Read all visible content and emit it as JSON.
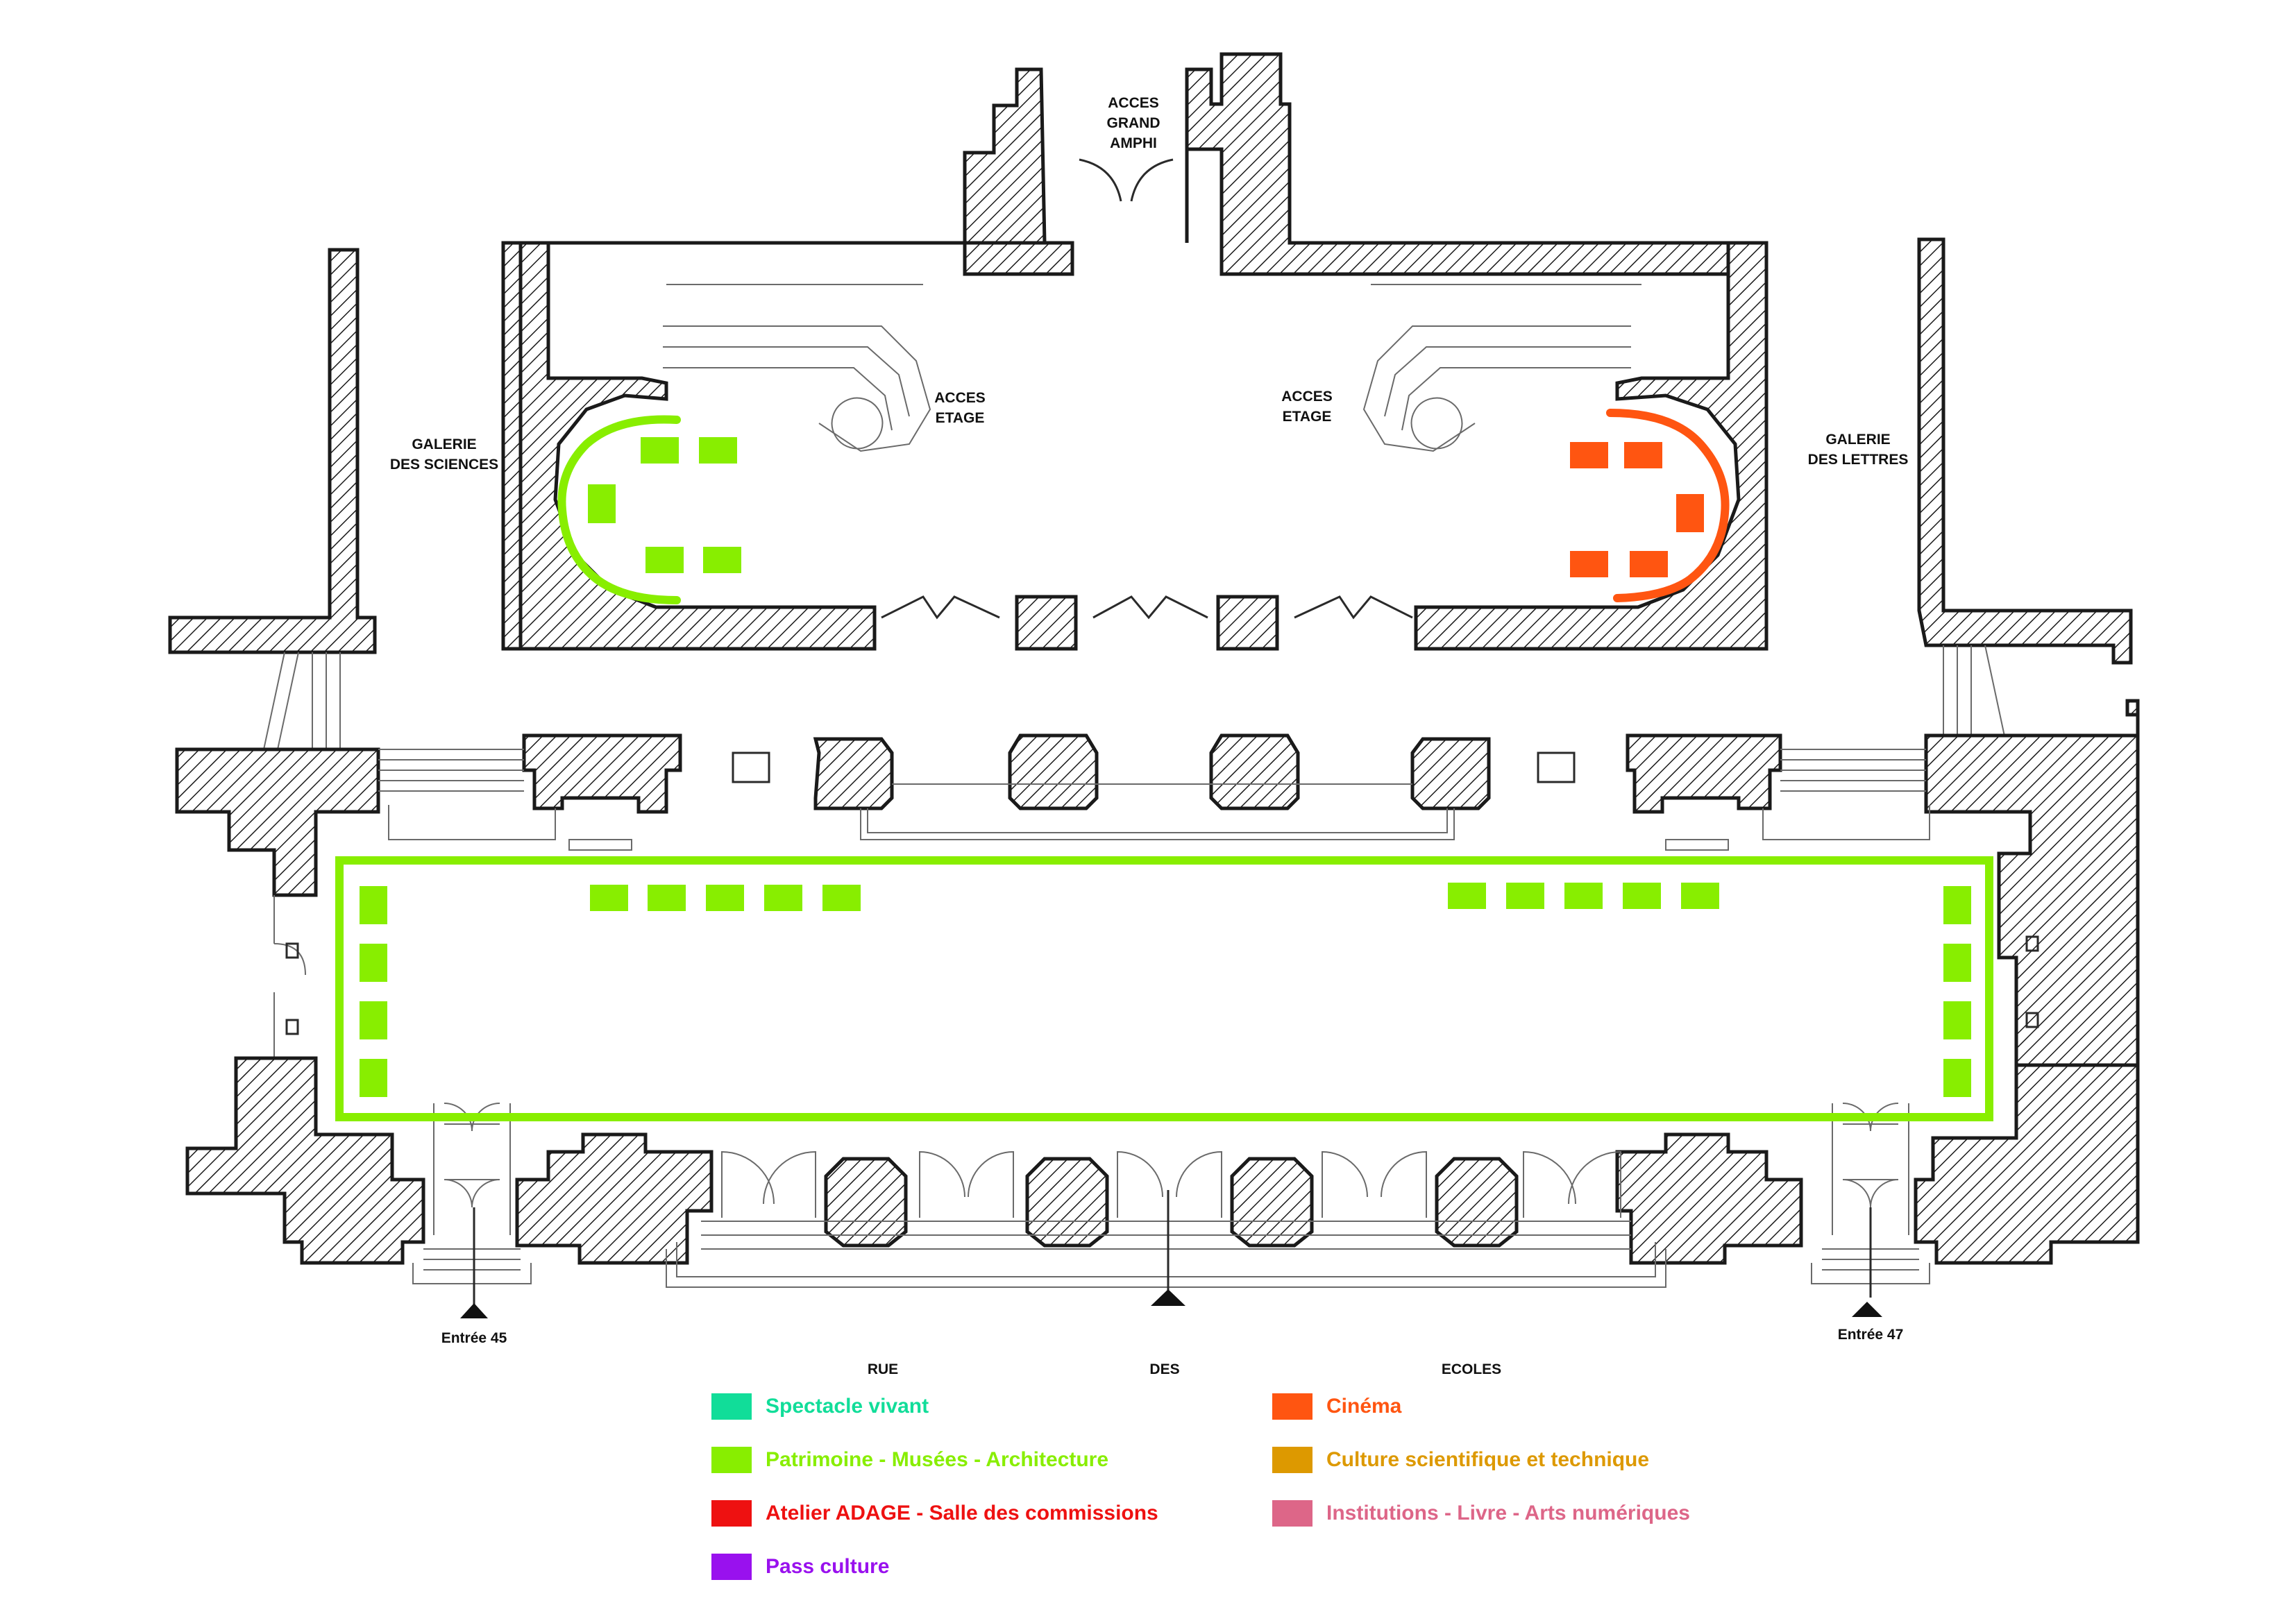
{
  "map": {
    "labels": {
      "acces_grand_amphi": [
        "ACCES",
        "GRAND",
        "AMPHI"
      ],
      "acces_etage_left": [
        "ACCES",
        "ETAGE"
      ],
      "acces_etage_right": [
        "ACCES",
        "ETAGE"
      ],
      "galerie_sciences": [
        "GALERIE",
        "DES SCIENCES"
      ],
      "galerie_lettres": [
        "GALERIE",
        "DES LETTRES"
      ],
      "entree_45": "Entrée 45",
      "entree_47": "Entrée 47",
      "street": [
        "RUE",
        "DES",
        "ECOLES"
      ]
    },
    "colors": {
      "wall_hatch": "#1a1a1a",
      "patrimoine": "#88EE00",
      "cinema": "#FF5511"
    }
  },
  "legend": {
    "items": [
      {
        "label": "Spectacle vivant",
        "color": "#11DD99"
      },
      {
        "label": "Cinéma",
        "color": "#FF5511"
      },
      {
        "label": "Patrimoine - Musées - Architecture",
        "color": "#88EE00"
      },
      {
        "label": "Culture scientifique et technique",
        "color": "#DD9900"
      },
      {
        "label": "Atelier ADAGE - Salle des commissions",
        "color": "#EE1111"
      },
      {
        "label": "Institutions - Livre - Arts numériques",
        "color": "#DD6688"
      },
      {
        "label": "Pass culture",
        "color": "#9911EE"
      }
    ]
  }
}
